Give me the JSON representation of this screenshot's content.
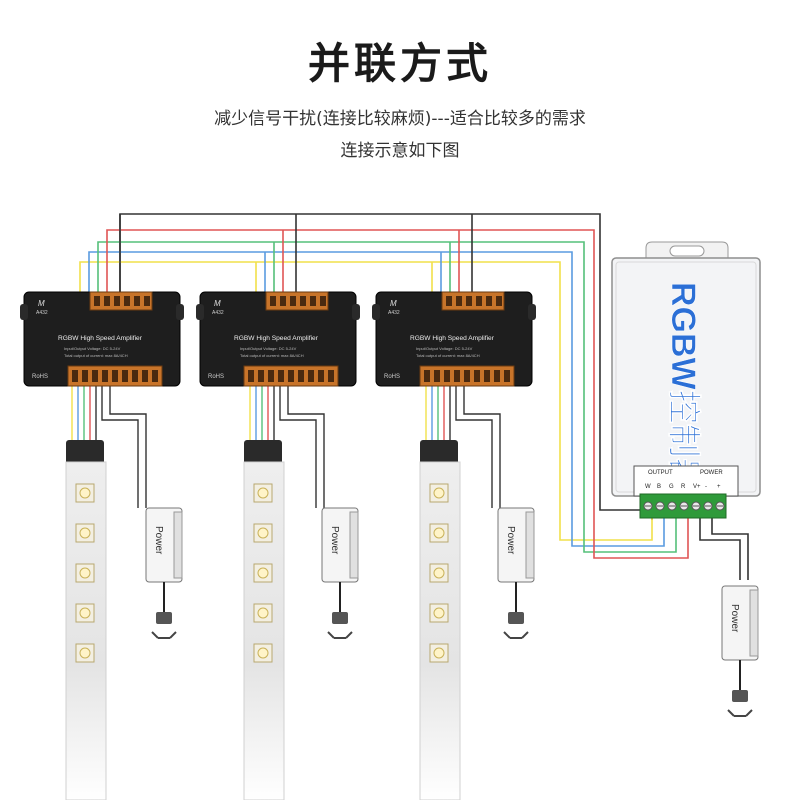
{
  "header": {
    "title": "并联方式",
    "subtitle_line1": "减少信号干扰(连接比较麻烦)---适合比较多的需求",
    "subtitle_line2": "连接示意如下图"
  },
  "amplifier": {
    "brand": "M",
    "model": "A432",
    "name": "RGBW High Speed Amplifier",
    "spec1": "Input/Output Voltage: DC 5-24V",
    "spec2": "Total output of current: max 8A/4CH",
    "cert": "RoHS"
  },
  "controller": {
    "label": "RGBW控制器",
    "output_label": "OUTPUT",
    "power_label": "POWER",
    "terminals": [
      "W",
      "B",
      "G",
      "R",
      "V+",
      "-",
      "+"
    ]
  },
  "power_supply": {
    "label": "Power"
  },
  "colors": {
    "wire_yellow": "#f1e04a",
    "wire_blue": "#5a9be0",
    "wire_green": "#55c07a",
    "wire_red": "#e05555",
    "wire_black": "#333333",
    "controller_text": "#2b6fd6",
    "amp_body": "#1e1e1e",
    "terminal_orange": "#c8742a"
  },
  "icons": {
    "amplifier": "amplifier-module-icon",
    "controller": "rgbw-controller-icon",
    "power": "power-adapter-icon",
    "strip": "led-strip-icon",
    "plug": "power-plug-icon"
  }
}
